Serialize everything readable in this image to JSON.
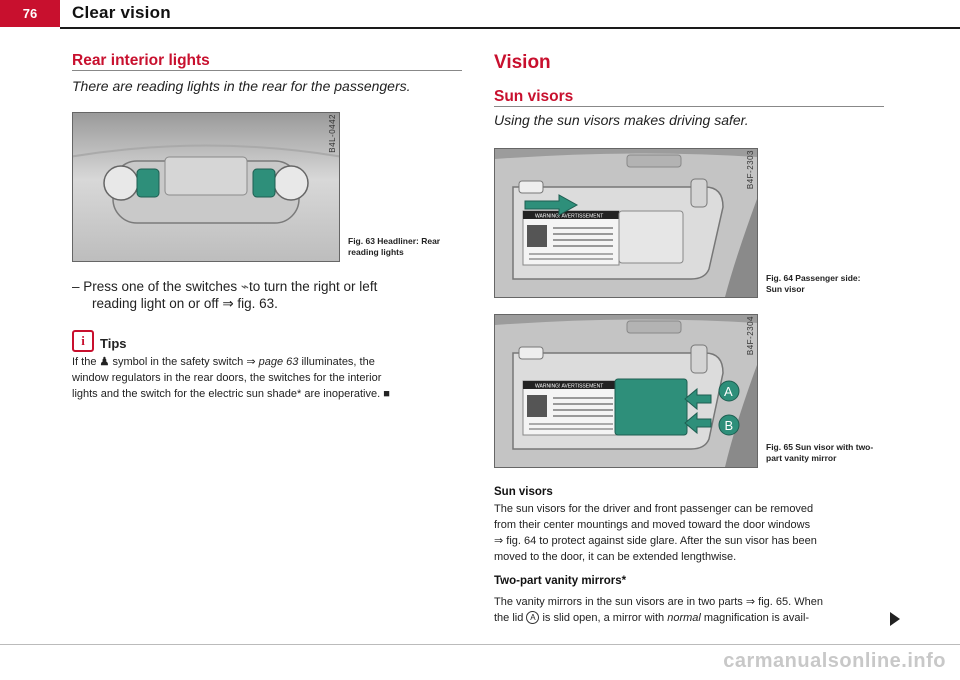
{
  "header": {
    "page_number": "76",
    "section_title": "Clear vision"
  },
  "left": {
    "heading": "Rear interior lights",
    "intro": "There are reading lights in the rear for the passengers.",
    "figure": {
      "id": "B4L-0442",
      "caption": "Fig. 63  Headliner: Rear reading lights"
    },
    "instruction_prefix": "–  Press one of the switches",
    "instruction_line1_end": "to turn the right or left",
    "instruction_line2": "reading light on or off ⇒ fig. 63.",
    "tips_label": "Tips",
    "tips_line1_a": "If the",
    "tips_line1_b": "symbol in the safety switch ⇒",
    "tips_line1_link": "page 63",
    "tips_line1_c": "illuminates, the",
    "tips_line2": "window regulators in the rear doors, the switches for the interior",
    "tips_line3": "lights and the switch for the electric sun shade* are inoperative. ■"
  },
  "right": {
    "heading": "Vision",
    "subheading": "Sun visors",
    "intro": "Using the sun visors makes driving safer.",
    "figure1": {
      "id": "B4F-2303",
      "caption": "Fig. 64  Passenger side: Sun visor",
      "label_text": "WARNING! AVERTISSEMENT"
    },
    "figure2": {
      "id": "B4F-2304",
      "caption": "Fig. 65  Sun visor with two-part vanity mirror",
      "label_text": "WARNING! AVERTISSEMENT",
      "marker_a": "A",
      "marker_b": "B"
    },
    "section1_title": "Sun visors",
    "section1_lines": [
      "The sun visors for the driver and front passenger can be removed",
      "from their center mountings and moved toward the door windows",
      "⇒ fig. 64 to protect against side glare. After the sun visor has been",
      "moved to the door, it can be extended lengthwise."
    ],
    "section2_title": "Two-part vanity mirrors*",
    "section2_line1": "The vanity mirrors in the sun visors are in two parts ⇒ fig. 65. When",
    "section2_line2_a": "the lid",
    "section2_marker": "A",
    "section2_line2_b": "is slid open, a mirror with",
    "section2_line2_em": "normal",
    "section2_line2_c": "magnification is avail-"
  },
  "footer": {
    "watermark": "carmanualsonline.info"
  }
}
